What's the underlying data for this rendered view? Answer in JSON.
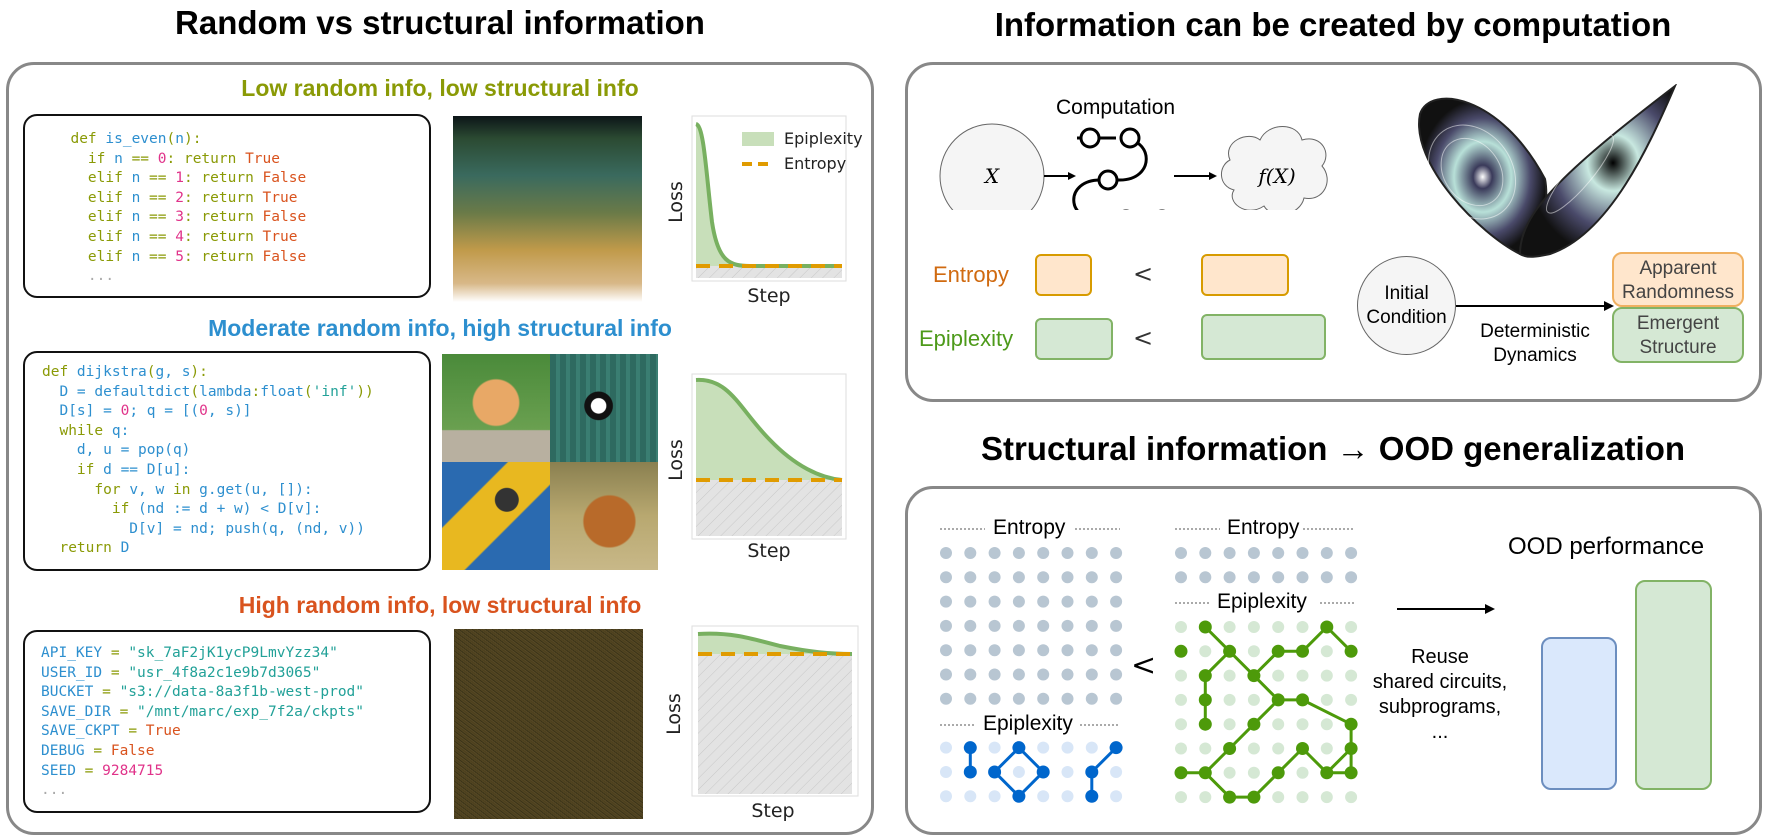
{
  "left": {
    "title": "Random vs structural information",
    "rows": [
      {
        "heading": "Low random info, low structural info",
        "heading_color": "#8a9a06",
        "code": [
          [
            [
              "kw",
              "  def "
            ],
            [
              "id",
              "is_even"
            ],
            [
              "kw",
              "("
            ],
            [
              "id",
              "n"
            ],
            [
              "kw",
              "):"
            ]
          ],
          [
            [
              "kw",
              "    if "
            ],
            [
              "id",
              "n"
            ],
            [
              "kw",
              " == "
            ],
            [
              "num",
              "0"
            ],
            [
              "kw",
              ": return "
            ],
            [
              "bool",
              "True"
            ]
          ],
          [
            [
              "kw",
              "    elif "
            ],
            [
              "id",
              "n"
            ],
            [
              "kw",
              " == "
            ],
            [
              "num",
              "1"
            ],
            [
              "kw",
              ": return "
            ],
            [
              "bool",
              "False"
            ]
          ],
          [
            [
              "kw",
              "    elif "
            ],
            [
              "id",
              "n"
            ],
            [
              "kw",
              " == "
            ],
            [
              "num",
              "2"
            ],
            [
              "kw",
              ": return "
            ],
            [
              "bool",
              "True"
            ]
          ],
          [
            [
              "kw",
              "    elif "
            ],
            [
              "id",
              "n"
            ],
            [
              "kw",
              " == "
            ],
            [
              "num",
              "3"
            ],
            [
              "kw",
              ": return "
            ],
            [
              "bool",
              "False"
            ]
          ],
          [
            [
              "kw",
              "    elif "
            ],
            [
              "id",
              "n"
            ],
            [
              "kw",
              " == "
            ],
            [
              "num",
              "4"
            ],
            [
              "kw",
              ": return "
            ],
            [
              "bool",
              "True"
            ]
          ],
          [
            [
              "kw",
              "    elif "
            ],
            [
              "id",
              "n"
            ],
            [
              "kw",
              " == "
            ],
            [
              "num",
              "5"
            ],
            [
              "kw",
              ": return "
            ],
            [
              "bool",
              "False"
            ]
          ],
          [
            [
              "dim",
              "    ..."
            ]
          ]
        ],
        "image": "smooth-gradient",
        "chart": {
          "xlabel": "Step",
          "ylabel": "Loss",
          "legend": [
            "Epiplexity",
            "Entropy"
          ]
        }
      },
      {
        "heading": "Moderate random info, high structural info",
        "heading_color": "#2d8fcf",
        "code": [
          [
            [
              "kw",
              "def "
            ],
            [
              "id",
              "dijkstra"
            ],
            [
              "kw",
              "("
            ],
            [
              "id",
              "g, s"
            ],
            [
              "kw",
              "):"
            ]
          ],
          [
            [
              "id",
              "  D = defaultdict"
            ],
            [
              "kw",
              "("
            ],
            [
              "id",
              "lambda"
            ],
            [
              "kw",
              ":"
            ],
            [
              "id",
              "float"
            ],
            [
              "kw",
              "("
            ],
            [
              "str",
              "'inf'"
            ],
            [
              "kw",
              "))"
            ]
          ],
          [
            [
              "id",
              "  D[s] = "
            ],
            [
              "num",
              "0"
            ],
            [
              "id",
              "; q = [("
            ],
            [
              "num",
              "0"
            ],
            [
              "id",
              ", s)]"
            ]
          ],
          [
            [
              "kw",
              "  while "
            ],
            [
              "id",
              "q:"
            ]
          ],
          [
            [
              "id",
              "    d, u = pop(q)"
            ]
          ],
          [
            [
              "kw",
              "    if "
            ],
            [
              "id",
              "d == D[u]:"
            ]
          ],
          [
            [
              "kw",
              "      for "
            ],
            [
              "id",
              "v, w "
            ],
            [
              "kw",
              "in "
            ],
            [
              "id",
              "g.get(u, []):"
            ]
          ],
          [
            [
              "kw",
              "        if "
            ],
            [
              "id",
              "(nd := d + w) < D[v]:"
            ]
          ],
          [
            [
              "id",
              "          D[v] = nd; push(q, (nd, v))"
            ]
          ],
          [
            [
              "kw",
              "  return "
            ],
            [
              "id",
              "D"
            ]
          ]
        ],
        "image": "animal-collage",
        "image_tiles": [
          "kitten",
          "panda",
          "macaw",
          "highland-cow"
        ],
        "chart": {
          "xlabel": "Step",
          "ylabel": "Loss"
        }
      },
      {
        "heading": "High random info, low structural info",
        "heading_color": "#d9531e",
        "code": [
          [
            [
              "id",
              "API_KEY "
            ],
            [
              "op",
              "= "
            ],
            [
              "str",
              "\"sk_7aF2jK1ycP9LmvYzz34\""
            ]
          ],
          [
            [
              "id",
              "USER_ID "
            ],
            [
              "op",
              "= "
            ],
            [
              "str",
              "\"usr_4f8a2c1e9b7d3065\""
            ]
          ],
          [
            [
              "id",
              "BUCKET "
            ],
            [
              "op",
              "= "
            ],
            [
              "str",
              "\"s3://data-8a3f1b-west-prod\""
            ]
          ],
          [
            [
              "id",
              "SAVE_DIR "
            ],
            [
              "op",
              "= "
            ],
            [
              "str",
              "\"/mnt/marc/exp_7f2a/ckpts\""
            ]
          ],
          [
            [
              "id",
              "SAVE_CKPT "
            ],
            [
              "op",
              "= "
            ],
            [
              "bool",
              "True"
            ]
          ],
          [
            [
              "id",
              "DEBUG "
            ],
            [
              "op",
              "= "
            ],
            [
              "bool",
              "False"
            ]
          ],
          [
            [
              "id",
              "SEED "
            ],
            [
              "op",
              "= "
            ],
            [
              "num",
              "9284715"
            ]
          ],
          [
            [
              "dim",
              "..."
            ]
          ]
        ],
        "image": "random-noise",
        "chart": {
          "xlabel": "Step",
          "ylabel": "Loss"
        }
      }
    ]
  },
  "top_right": {
    "title": "Information can be created by computation",
    "input_label": "X",
    "computation_label": "Computation",
    "output_label": "f(X)",
    "entropy_label": "Entropy",
    "epiplexity_label": "Epiplexity",
    "less_than": "<",
    "initial_condition": [
      "Initial",
      "Condition"
    ],
    "dynamics": [
      "Deterministic",
      "Dynamics"
    ],
    "apparent_randomness": [
      "Apparent",
      "Randomness"
    ],
    "emergent_structure": [
      "Emergent",
      "Structure"
    ],
    "colors": {
      "entropy": "#d06a10",
      "epiplexity": "#4d9a1a",
      "orange_fill": "#ffe6cc",
      "orange_border": "#d79b00",
      "green_fill": "#d5e8d4",
      "green_border": "#82b366"
    }
  },
  "bottom_right": {
    "title": "Structural information → OOD generalization",
    "entropy_label": "Entropy",
    "epiplexity_label": "Epiplexity",
    "less_than": "<",
    "reuse_text": [
      "Reuse",
      "shared circuits,",
      "subprograms,",
      "..."
    ],
    "ood_label": "OOD performance",
    "colors": {
      "grid_dot": "#b8c6d2",
      "blue": "#0066cc",
      "blue_light": "#d8e6f7",
      "green": "#4d9a0a",
      "green_light": "#d5e8d4",
      "bar_blue_fill": "#dae8fc",
      "bar_blue_border": "#6c8ebf",
      "bar_green_fill": "#d5e8d4",
      "bar_green_border": "#82b366"
    }
  },
  "chart_data": [
    {
      "type": "area",
      "title": "Low random info, low structural info",
      "xlabel": "Step",
      "ylabel": "Loss",
      "legend": [
        "Epiplexity",
        "Entropy"
      ],
      "entropy_level": 0.07,
      "loss_start": 0.95,
      "decay": "fast"
    },
    {
      "type": "area",
      "title": "Moderate random info, high structural info",
      "xlabel": "Step",
      "ylabel": "Loss",
      "entropy_level": 0.4,
      "loss_start": 0.95,
      "decay": "slow"
    },
    {
      "type": "area",
      "title": "High random info, low structural info",
      "xlabel": "Step",
      "ylabel": "Loss",
      "entropy_level": 0.85,
      "loss_start": 0.95,
      "decay": "slow"
    }
  ]
}
